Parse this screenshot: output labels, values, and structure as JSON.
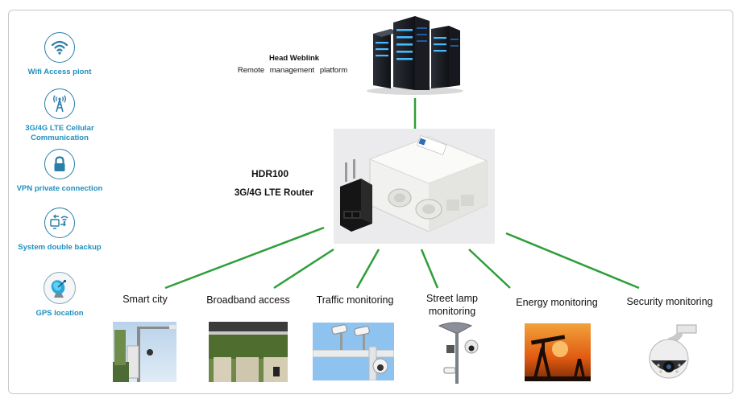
{
  "features": [
    {
      "icon": "wifi-icon",
      "label": "Wifi Access piont"
    },
    {
      "icon": "cell-tower-icon",
      "label": "3G/4G LTE Cellular Communication"
    },
    {
      "icon": "lock-icon",
      "label": "VPN private connection"
    },
    {
      "icon": "backup-icon",
      "label": "System double backup"
    },
    {
      "icon": "satellite-dish-icon",
      "label": "GPS  location"
    }
  ],
  "platform": {
    "title": "Head Weblink",
    "subtitle": "Remote management platform"
  },
  "router": {
    "name": "HDR100",
    "type": "3G/4G LTE Router"
  },
  "applications": [
    {
      "label": "Smart city"
    },
    {
      "label": "Broadband access"
    },
    {
      "label": "Traffic monitoring"
    },
    {
      "label": "Street lamp monitoring"
    },
    {
      "label": "Energy monitoring"
    },
    {
      "label": "Security monitoring"
    }
  ],
  "colors": {
    "line": "#2f9e3a",
    "feature_text": "#1e8fbf",
    "icon_stroke": "#2a7fa8"
  }
}
